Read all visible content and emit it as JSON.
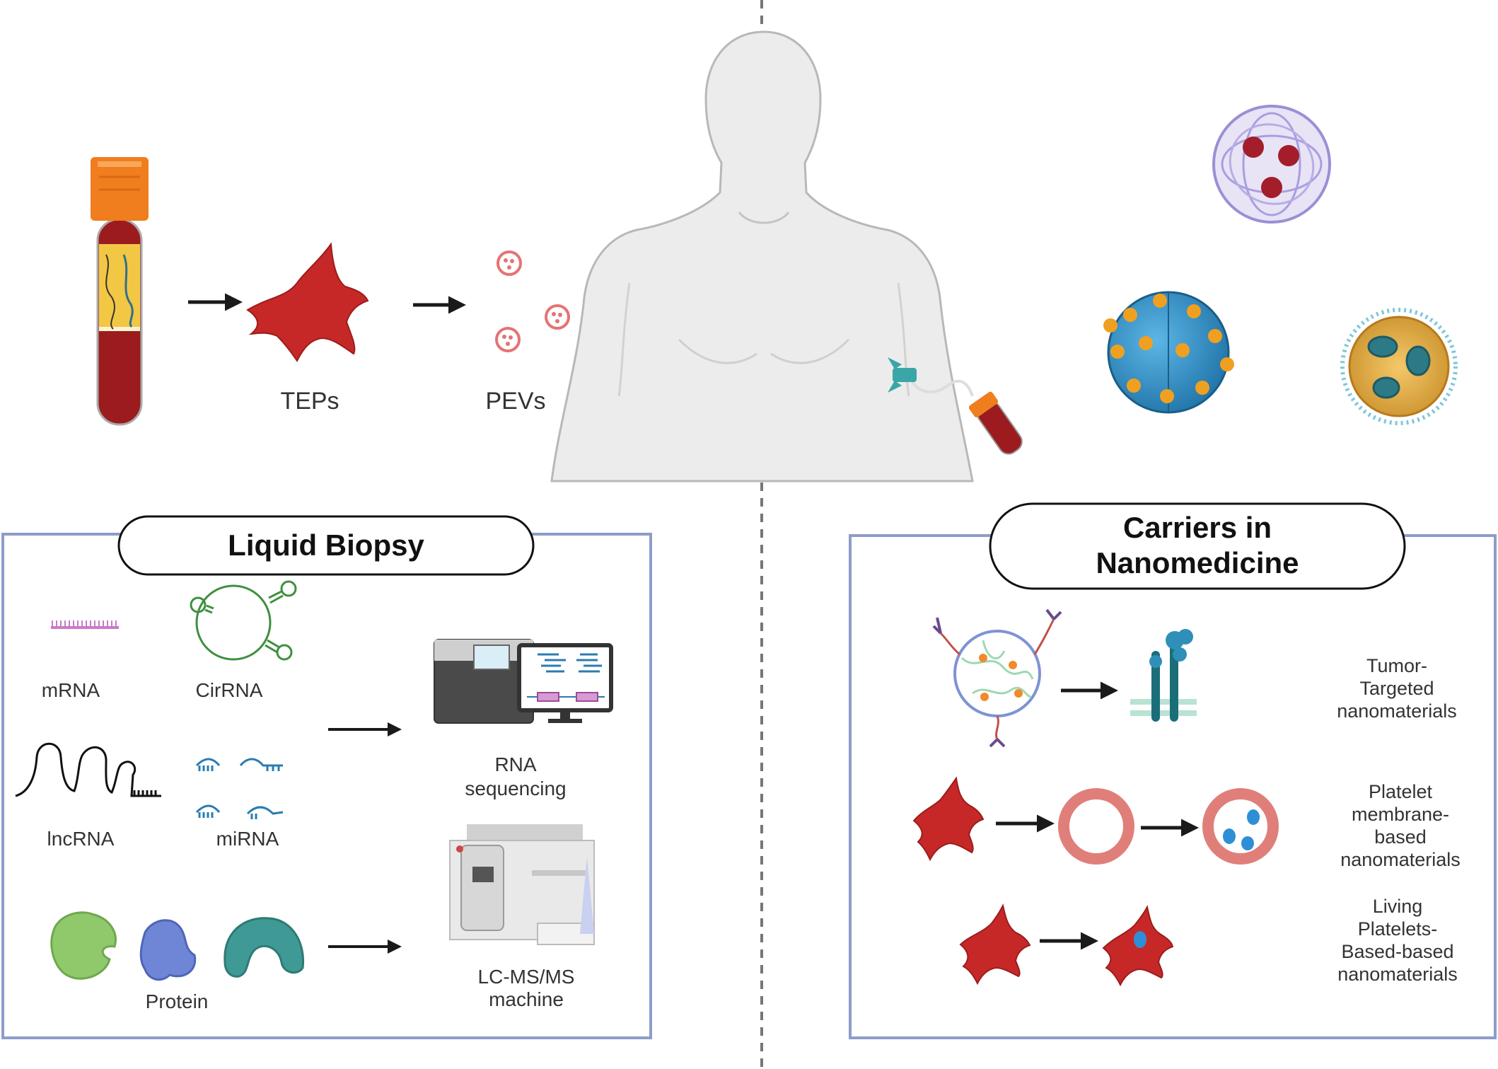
{
  "labels": {
    "teps": "TEPs",
    "pevs": "PEVs",
    "mrna": "mRNA",
    "cirrna": "CirRNA",
    "lncrna": "lncRNA",
    "mirna": "miRNA",
    "protein": "Protein",
    "rna_seq_1": "RNA",
    "rna_seq_2": "sequencing",
    "lcms_1": "LC-MS/MS",
    "lcms_2": "machine",
    "tumor_1": "Tumor-",
    "tumor_2": "Targeted",
    "tumor_3": "nanomaterials",
    "platelet_1": "Platelet",
    "platelet_2": "membrane-",
    "platelet_3": "based",
    "platelet_4": "nanomaterials",
    "living_1": "Living",
    "living_2": "Platelets-",
    "living_3": "Based-based",
    "living_4": "nanomaterials"
  },
  "panels": {
    "liquid_biopsy_title": "Liquid Biopsy",
    "carriers_title_1": "Carriers in",
    "carriers_title_2": "Nanomedicine"
  },
  "colors": {
    "platelet_red": "#c62828",
    "panel_border": "#8e9cc8",
    "tube_cap": "#f07d1e",
    "plasma_yellow": "#f2c744",
    "blood": "#9b1b1f",
    "ev_pink": "#e57373",
    "body_gray": "#ececec",
    "nano_blue": "#2f8fc7",
    "nano_orange": "#f0a020"
  }
}
